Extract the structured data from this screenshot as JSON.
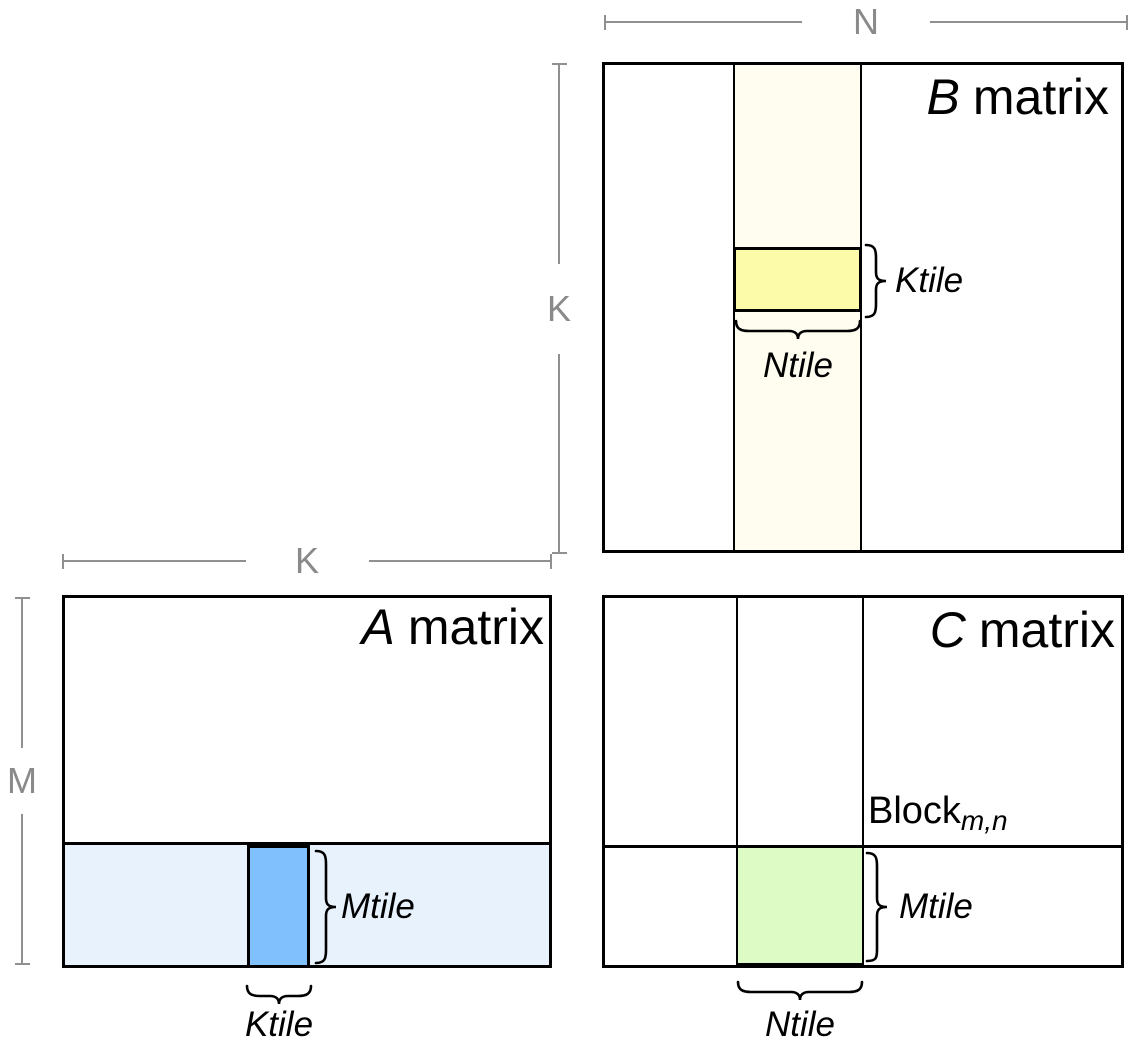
{
  "dimension_labels": {
    "n": "N",
    "k_vertical": "K",
    "k_horizontal": "K",
    "m": "M"
  },
  "matrices": {
    "b": {
      "title_letter": "B",
      "title_word": "matrix",
      "ktile_label": "Ktile",
      "ntile_label": "Ntile"
    },
    "a": {
      "title_letter": "A",
      "title_word": "matrix",
      "mtile_label": "Mtile",
      "ktile_label": "Ktile"
    },
    "c": {
      "title_letter": "C",
      "title_word": "matrix",
      "block_base": "Block",
      "block_subscript": "m,n",
      "mtile_label": "Mtile",
      "ntile_label": "Ntile"
    }
  },
  "colors": {
    "b_column_fill": "#fffdf0",
    "b_tile_fill": "#fbfbaa",
    "a_row_fill": "#e7f2fd",
    "a_tile_fill": "#7fc0fd",
    "c_tile_fill": "#ddfcc5",
    "dimension_line": "#909090",
    "dimension_label": "#8a8a8a",
    "outline": "#000000"
  }
}
